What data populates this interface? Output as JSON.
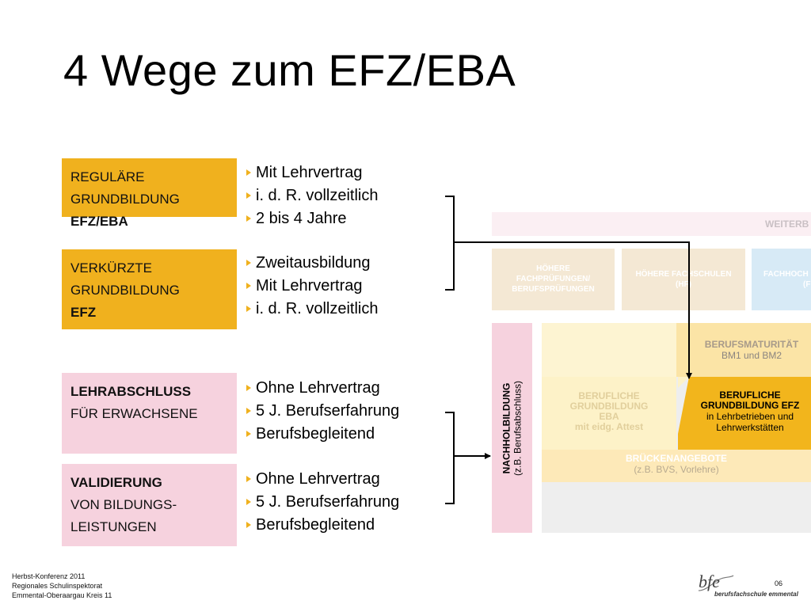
{
  "title": "4 Wege zum EFZ/EBA",
  "paths": [
    {
      "lines": [
        "REGULÄRE",
        "GRUNDBILDUNG",
        "EFZ/EBA"
      ],
      "bold_from": 2,
      "bullets": [
        "Mit Lehrvertrag",
        "i. d. R. vollzeitlich",
        "2 bis 4 Jahre"
      ]
    },
    {
      "lines": [
        "VERKÜRZTE",
        "GRUNDBILDUNG",
        "EFZ"
      ],
      "bold_from": 2,
      "bullets": [
        "Zweitausbildung",
        "Mit Lehrvertrag",
        "i. d. R. vollzeitlich"
      ]
    },
    {
      "lines": [
        "LEHRABSCHLUSS",
        "FÜR ERWACHSENE"
      ],
      "bold_until": 0,
      "bullets": [
        "Ohne Lehrvertrag",
        "5 J. Berufserfahrung",
        "Berufsbegleitend"
      ]
    },
    {
      "lines": [
        "VALIDIERUNG",
        "VON BILDUNGS-",
        "LEISTUNGEN"
      ],
      "bold_until": 0,
      "bullets": [
        "Ohne Lehrvertrag",
        "5 J. Berufserfahrung",
        "Berufsbegleitend"
      ]
    }
  ],
  "diagram": {
    "weiterbildung": "WEITERB",
    "tertiary": [
      {
        "lines": [
          "HÖHERE",
          "FACHPRÜFUNGEN/",
          "BERUFSPRÜFUNGEN"
        ]
      },
      {
        "lines": [
          "HÖHERE FACHSCHULEN",
          "(HF)"
        ]
      },
      {
        "lines": [
          "FACHHOCH",
          "(F"
        ]
      }
    ],
    "nachholbildung": {
      "title": "NACHHOLBILDUNG",
      "note": "(z.B. Berufsabschluss)"
    },
    "berufsmaturitaet": {
      "title": "BERUFSMATURITÄT",
      "note": "BM1 und BM2"
    },
    "eba": {
      "lines": [
        "BERUFLICHE",
        "GRUNDBILDUNG",
        "EBA",
        "mit eidg. Attest"
      ]
    },
    "efz": {
      "title_lines": [
        "BERUFLICHE",
        "GRUNDBILDUNG EFZ"
      ],
      "note_lines": [
        "in Lehrbetrieben und",
        "Lehrwerkstätten"
      ]
    },
    "bruecke": {
      "title": "BRÜCKENANGEBOTE",
      "note": "(z.B. BVS, Vorlehre)"
    }
  },
  "footer": {
    "lines": [
      "Herbst-Konferenz 2011",
      "Regionales Schulinspektorat",
      "Emmental-Oberaargau Kreis 11"
    ],
    "page": "06",
    "logo_text": "bfe",
    "logo_subtitle": "berufsfachschule emmental"
  },
  "colors": {
    "yellow": "#f0b11e",
    "pink": "#f6d2de",
    "faded_yellow": "#fdf2c8",
    "faded_tan": "#f4e8d4",
    "faded_blue": "#d7eaf6",
    "faded_pink": "#fbeff3",
    "efz_arrow": "#f2b51c",
    "grey": "#e9e9e9"
  }
}
